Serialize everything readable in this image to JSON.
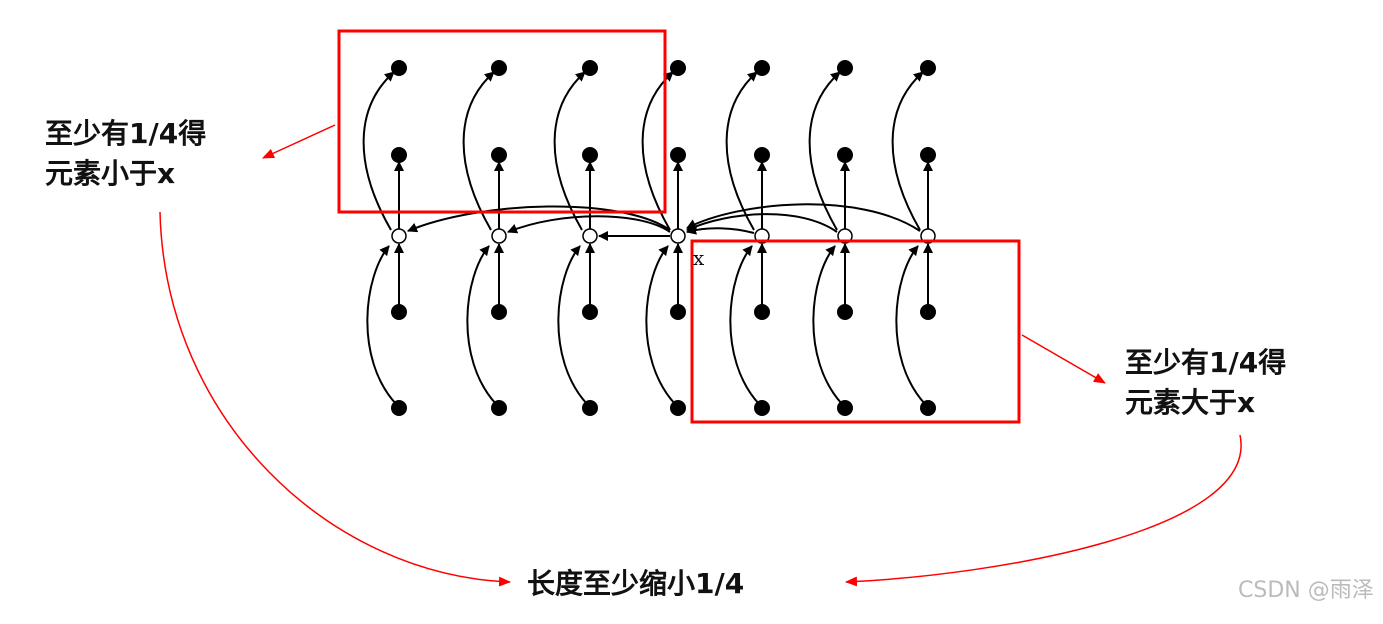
{
  "labels": {
    "left_top": [
      "至少有1/4得",
      "元素小于x"
    ],
    "right": [
      "至少有1/4得",
      "元素大于x"
    ],
    "bottom": "长度至少缩小1/4",
    "median_marker": "x"
  },
  "watermark": "CSDN @雨泽",
  "colors": {
    "highlight": "#ff0000",
    "graph": "#000000"
  }
}
